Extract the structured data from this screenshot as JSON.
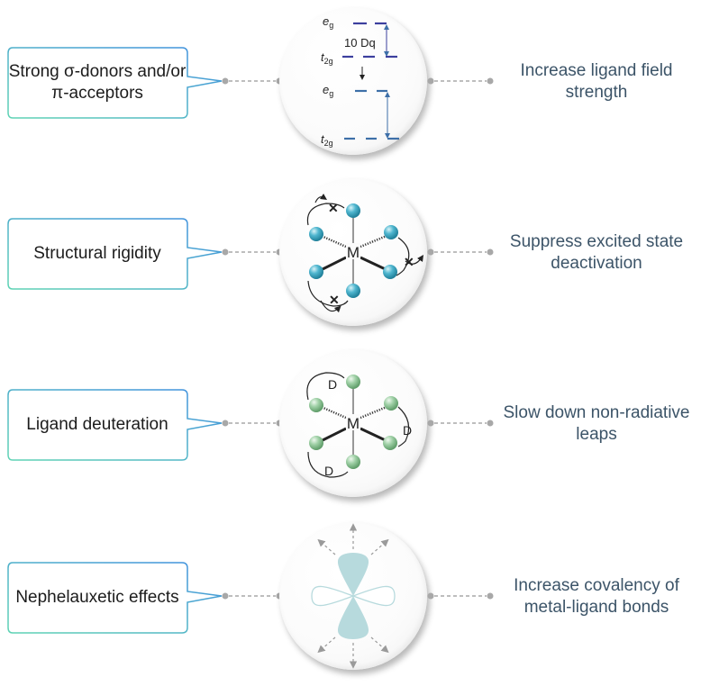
{
  "colors": {
    "callout_border_start": "#5fd3b4",
    "callout_border_end": "#3f8ee0",
    "effect_text": "#3c5468",
    "connector": "#a8a8a8",
    "energy_level_upper": "#3c3f9e",
    "energy_level_lower": "#3d6fa8",
    "ligand_rigid": "#3aa3be",
    "ligand_deuterated": "#8fc49a",
    "orbital_fill": "#b7dadd"
  },
  "rows": [
    {
      "strategy": "Strong σ-donors and/or π-acceptors",
      "icon": "ligand-field-splitting-diagram",
      "effect": "Increase ligand field strength",
      "diagram": {
        "eg_label": "e",
        "eg_sub": "g",
        "t2g_label": "t",
        "t2g_sub": "2g",
        "splitting_label": "10 Dq"
      }
    },
    {
      "strategy": "Structural rigidity",
      "icon": "octahedral-complex-rigid",
      "effect": "Suppress excited state deactivation",
      "diagram": {
        "metal_label": "M"
      }
    },
    {
      "strategy": "Ligand deuteration",
      "icon": "octahedral-complex-deuterated",
      "effect": "Slow down non-radiative leaps",
      "diagram": {
        "metal_label": "M",
        "deuterium_label": "D"
      }
    },
    {
      "strategy": "Nephelauxetic effects",
      "icon": "d-orbital-expansion",
      "effect": "Increase covalency of metal-ligand bonds",
      "diagram": {}
    }
  ]
}
